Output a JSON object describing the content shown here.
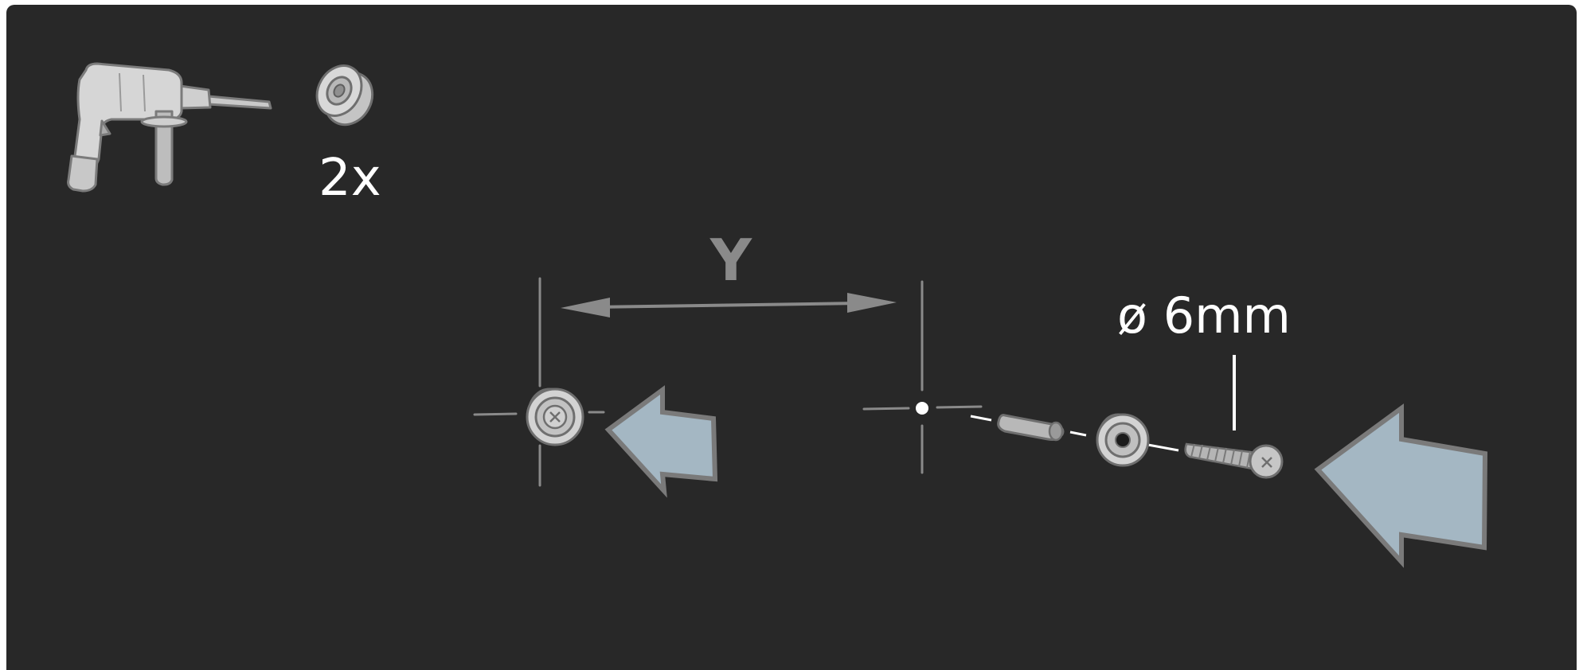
{
  "labels": {
    "quantity": "2x",
    "distance": "Y",
    "drill_diameter": "ø 6mm"
  },
  "icons": {
    "drill": "drill-icon",
    "wall_spacer": "wall-spacer-icon",
    "mount_left": "mounted-spacer-icon",
    "wall_plug": "wall-plug-icon",
    "spacer_right": "spacer-icon",
    "screw": "screw-icon",
    "arrow_small": "push-arrow-icon",
    "arrow_large": "push-arrow-icon"
  },
  "colors": {
    "background": "#282828",
    "line": "#8a8a8a",
    "text": "#ffffff",
    "arrow_fill": "#a4b7c3",
    "arrow_stroke": "#7a7a7a",
    "part_fill": "#bcbcbc"
  }
}
